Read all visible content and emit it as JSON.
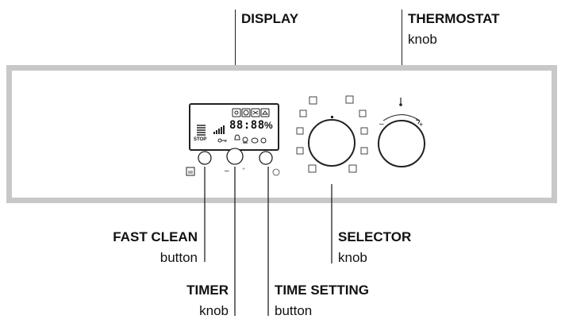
{
  "labels": {
    "display": {
      "title": "DISPLAY"
    },
    "thermostat": {
      "title": "THERMOSTAT",
      "sub": "knob"
    },
    "fast_clean": {
      "title": "FAST CLEAN",
      "sub": "button"
    },
    "selector": {
      "title": "SELECTOR",
      "sub": "knob"
    },
    "timer": {
      "title": "TIMER",
      "sub": "knob"
    },
    "time_setting": {
      "title": "TIME SETTING",
      "sub": "button"
    }
  },
  "display_screen": {
    "time": "88:88",
    "percent": "%",
    "stop": "STOP"
  },
  "timer_marks": {
    "minus": "–",
    "plus": "+"
  },
  "thermostat_marks": {
    "minus": "–",
    "plus": "+"
  },
  "colors": {
    "panel_border": "#c8c8c8",
    "line": "#222222"
  }
}
